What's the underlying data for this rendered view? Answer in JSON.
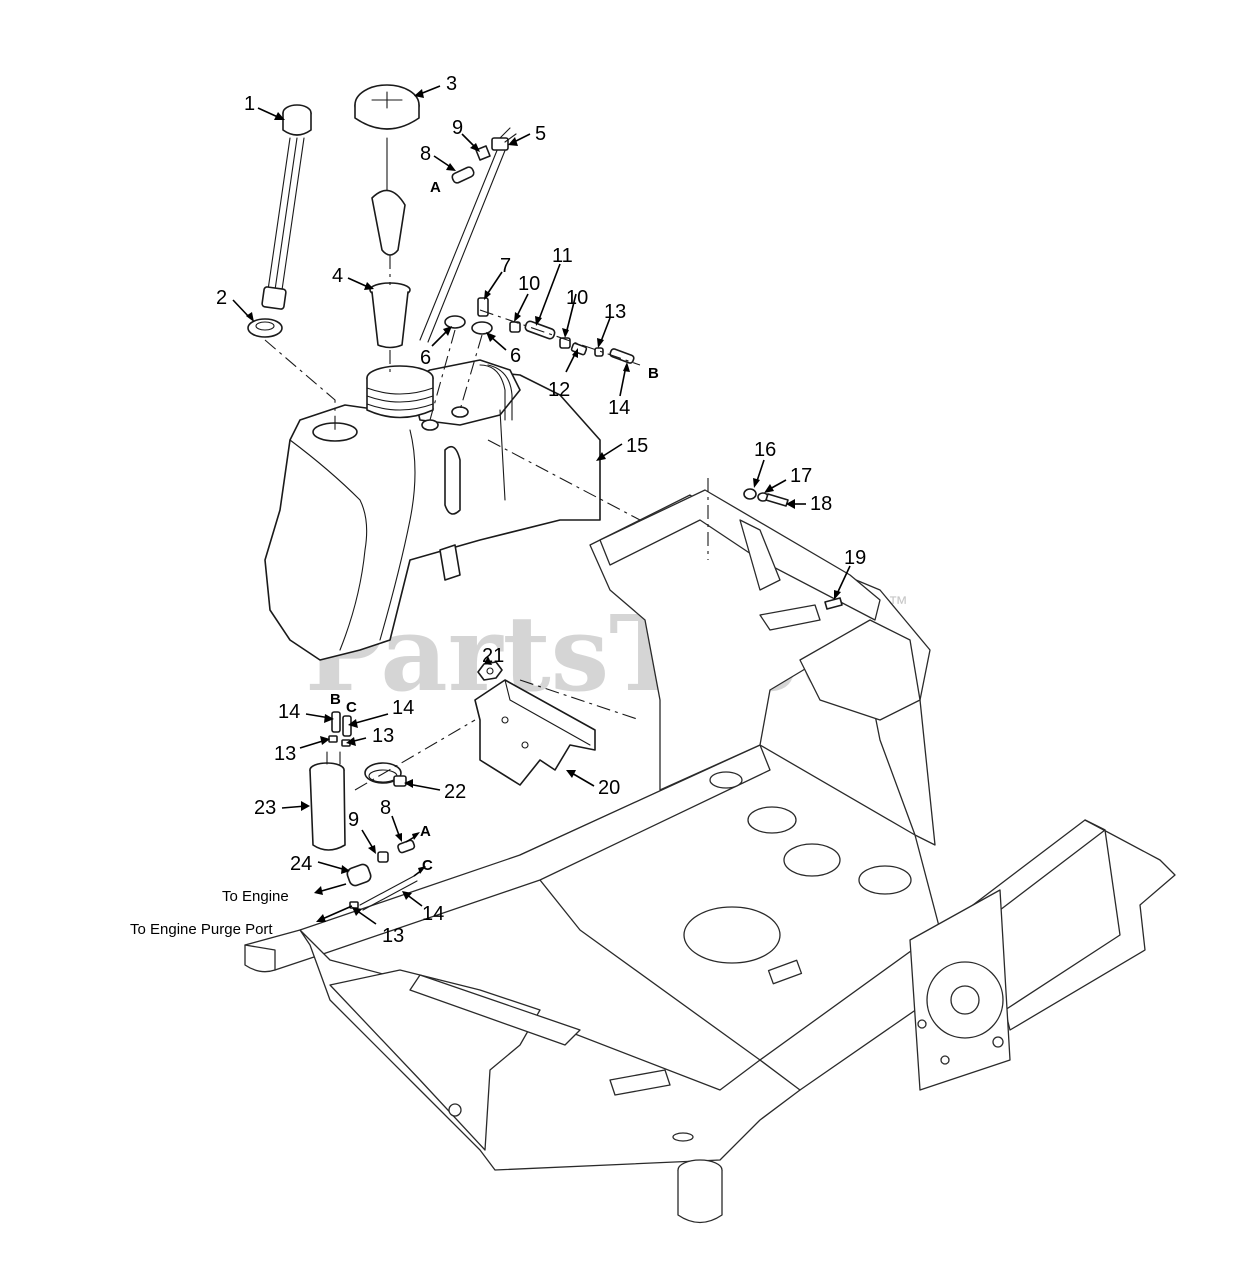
{
  "watermark": {
    "text": "PartsTree",
    "tm": "™"
  },
  "callouts": [
    {
      "label": "1"
    },
    {
      "label": "2"
    },
    {
      "label": "3"
    },
    {
      "label": "4"
    },
    {
      "label": "5"
    },
    {
      "label": "6"
    },
    {
      "label": "6"
    },
    {
      "label": "7"
    },
    {
      "label": "8"
    },
    {
      "label": "9"
    },
    {
      "label": "10"
    },
    {
      "label": "10"
    },
    {
      "label": "11"
    },
    {
      "label": "12"
    },
    {
      "label": "13"
    },
    {
      "label": "14"
    },
    {
      "label": "15"
    },
    {
      "label": "16"
    },
    {
      "label": "17"
    },
    {
      "label": "18"
    },
    {
      "label": "19"
    },
    {
      "label": "20"
    },
    {
      "label": "21"
    },
    {
      "label": "22"
    },
    {
      "label": "23"
    },
    {
      "label": "14"
    },
    {
      "label": "14"
    },
    {
      "label": "13"
    },
    {
      "label": "13"
    },
    {
      "label": "9"
    },
    {
      "label": "8"
    },
    {
      "label": "24"
    },
    {
      "label": "14"
    },
    {
      "label": "13"
    }
  ],
  "connectors": [
    {
      "label": "A"
    },
    {
      "label": "B"
    },
    {
      "label": "B"
    },
    {
      "label": "C"
    },
    {
      "label": "A"
    },
    {
      "label": "C"
    }
  ],
  "notes": {
    "to_engine": "To Engine",
    "to_engine_purge": "To Engine Purge Port"
  }
}
